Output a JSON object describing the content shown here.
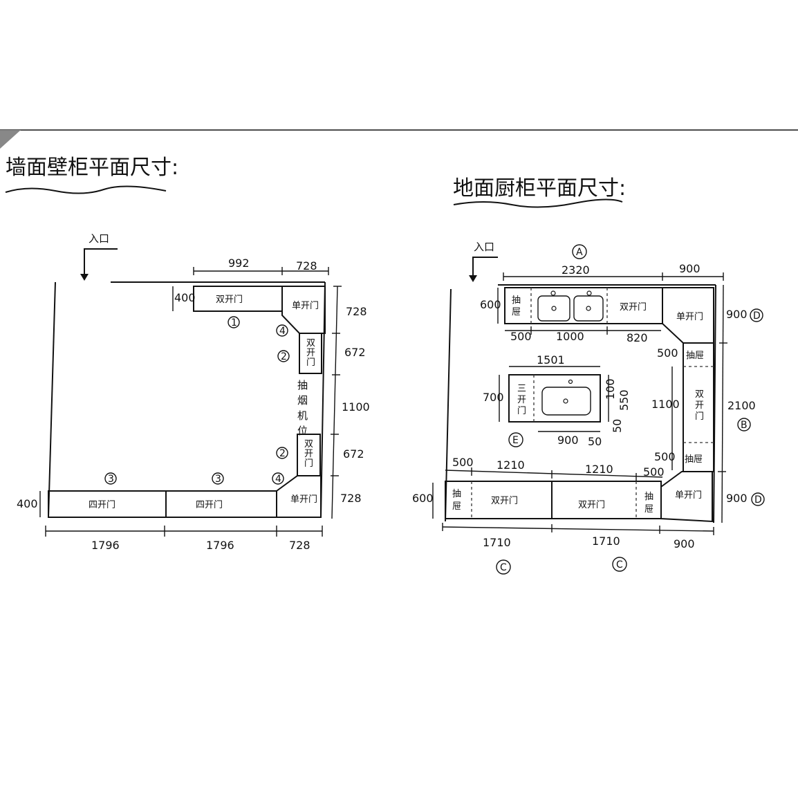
{
  "wall_plan": {
    "title": "墙面壁柜平面尺寸:",
    "entrance": "入口",
    "dims": {
      "top_992": "992",
      "top_728": "728",
      "left_400_top": "400",
      "right_728_a": "728",
      "right_672_a": "672",
      "right_1100": "1100",
      "right_672_b": "672",
      "right_728_b": "728",
      "left_400_bottom": "400",
      "bottom_1796_a": "1796",
      "bottom_1796_b": "1796",
      "bottom_728": "728"
    },
    "cabinets": {
      "top_double": "双开门",
      "top_single": "单开门",
      "right_double_a": "双开门",
      "range_hood": "抽烟机位",
      "right_double_b": "双开门",
      "bottom_four_a": "四开门",
      "bottom_four_b": "四开门",
      "bottom_single": "单开门"
    },
    "markers": {
      "m1": "1",
      "m4_top": "4",
      "m2_top": "2",
      "m2_bottom": "2",
      "m4_bottom": "4",
      "m3_a": "3",
      "m3_b": "3"
    }
  },
  "floor_plan": {
    "title": "地面厨柜平面尺寸:",
    "entrance": "入口",
    "markers": {
      "A": "A",
      "B": "B",
      "C1": "C",
      "C2": "C",
      "D1": "D",
      "D2": "D",
      "E": "E"
    },
    "dims": {
      "top_2320": "2320",
      "top_900": "900",
      "left_600": "600",
      "sub_500": "500",
      "sub_1000": "1000",
      "sub_820": "820",
      "right_900_top": "900",
      "right_2100": "2100",
      "right_900_bottom": "900",
      "inner_500_top": "500",
      "inner_1100": "1100",
      "inner_500_bottom": "500",
      "island_1501": "1501",
      "island_700": "700",
      "island_100": "100",
      "island_550": "550",
      "island_50_side": "50",
      "island_900": "900",
      "island_50_bottom": "50",
      "row_500_left": "500",
      "row_1210_a": "1210",
      "row_1210_b": "1210",
      "row_500_right": "500",
      "bottom_600": "600",
      "bottom_1710_a": "1710",
      "bottom_1710_b": "1710",
      "bottom_900": "900"
    },
    "cabinets": {
      "top_drawer": "抽屉",
      "top_double": "双开门",
      "top_single": "单开门",
      "right_drawer_top": "抽屉",
      "right_double": "双开门",
      "right_drawer_bottom": "抽屉",
      "island_triple": "三开门",
      "bottom_drawer_left": "抽屉",
      "bottom_double_a": "双开门",
      "bottom_double_b": "双开门",
      "bottom_drawer_right": "抽屉",
      "bottom_single": "单开门"
    }
  }
}
